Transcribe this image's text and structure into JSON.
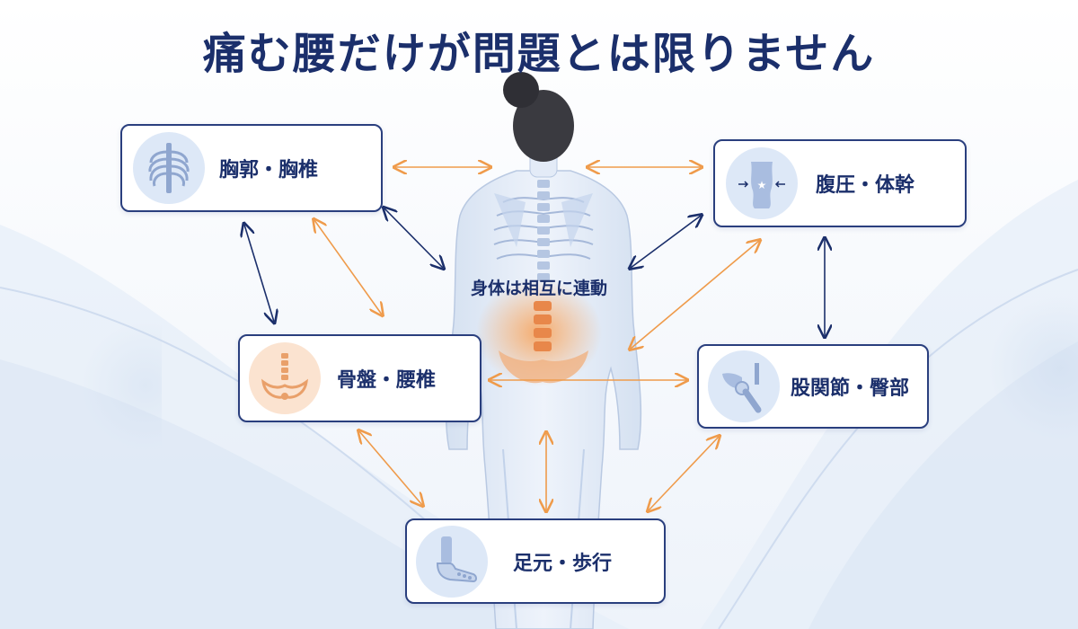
{
  "title": "痛む腰だけが問題とは限りません",
  "center_label": "身体は相互に連動",
  "cards": {
    "chest": {
      "label": "胸郭・胸椎",
      "icon": "ribcage-icon"
    },
    "abdomen": {
      "label": "腹圧・体幹",
      "icon": "torso-icon"
    },
    "pelvis": {
      "label": "骨盤・腰椎",
      "icon": "pelvis-icon"
    },
    "hip": {
      "label": "股関節・臀部",
      "icon": "hip-joint-icon"
    },
    "foot": {
      "label": "足元・歩行",
      "icon": "foot-icon"
    }
  },
  "colors": {
    "navy": "#1b2f6b",
    "orange": "#ef9b4b",
    "icon_blue": "#dde8f7",
    "icon_orange": "#fbe3d0"
  }
}
